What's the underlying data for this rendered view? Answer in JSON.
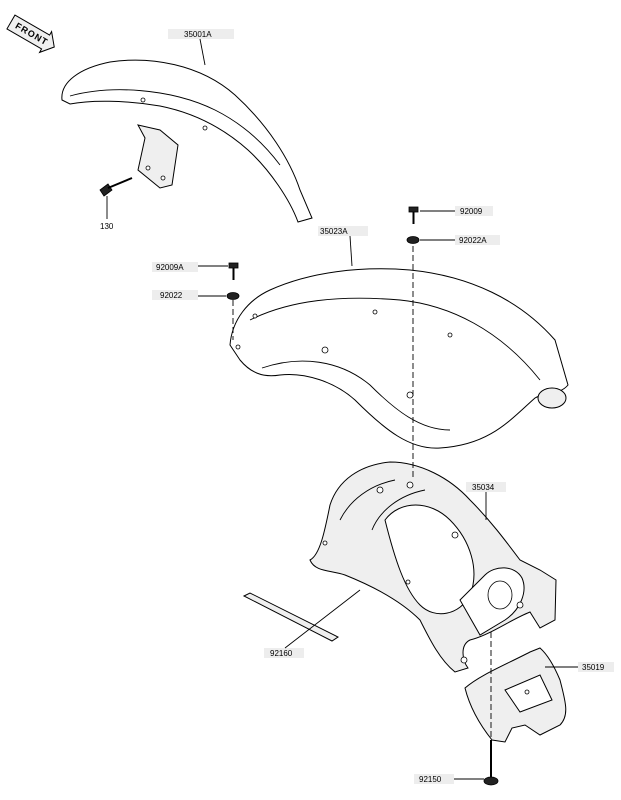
{
  "front_badge": {
    "text": "FRONT"
  },
  "colors": {
    "ink": "#000000",
    "label_bg": "#ededed",
    "part_fill": "#efefef"
  },
  "labels": {
    "front_fender": "35001A",
    "front_bolt": "130",
    "rear_fender": "35023A",
    "bolt_right": "92009",
    "washer_right": "92022A",
    "bolt_left": "92009A",
    "washer_left": "92022",
    "fender_inner": "35034",
    "pad": "92160",
    "bracket": "35019",
    "bottom_bolt": "92150"
  }
}
